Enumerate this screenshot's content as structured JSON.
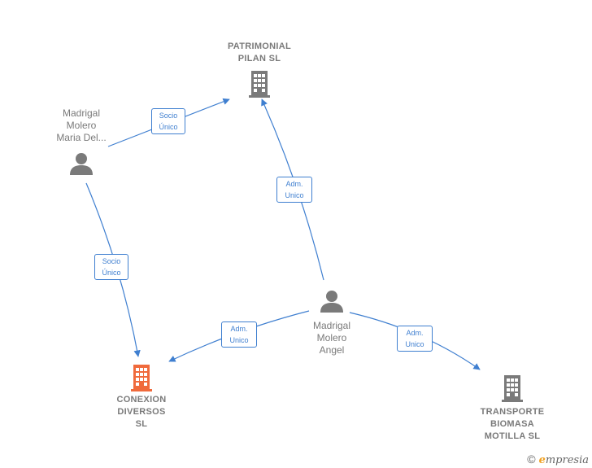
{
  "nodes": {
    "patrimonial": {
      "type": "company",
      "lines": [
        "PATRIMONIAL",
        "PILAN SL"
      ]
    },
    "maria": {
      "type": "person",
      "lines": [
        "Madrigal",
        "Molero",
        "Maria Del..."
      ]
    },
    "angel": {
      "type": "person",
      "lines": [
        "Madrigal",
        "Molero",
        "Angel"
      ]
    },
    "conexion": {
      "type": "company",
      "focus": true,
      "lines": [
        "CONEXION",
        "DIVERSOS",
        "SL"
      ]
    },
    "transporte": {
      "type": "company",
      "lines": [
        "TRANSPORTE",
        "BIOMASA",
        "MOTILLA SL"
      ]
    }
  },
  "edges": [
    {
      "from": "maria",
      "to": "patrimonial",
      "label": [
        "Socio",
        "Único"
      ]
    },
    {
      "from": "maria",
      "to": "conexion",
      "label": [
        "Socio",
        "Único"
      ]
    },
    {
      "from": "angel",
      "to": "patrimonial",
      "label": [
        "Adm.",
        "Unico"
      ]
    },
    {
      "from": "angel",
      "to": "conexion",
      "label": [
        "Adm.",
        "Unico"
      ]
    },
    {
      "from": "angel",
      "to": "transporte",
      "label": [
        "Adm.",
        "Unico"
      ]
    }
  ],
  "colors": {
    "edge": "#3f7fd0",
    "icon": "#7a7a7a",
    "focus_icon": "#f06a3c"
  },
  "footer": {
    "copyright": "©",
    "brand_e": "e",
    "brand_rest": "mpresia"
  }
}
